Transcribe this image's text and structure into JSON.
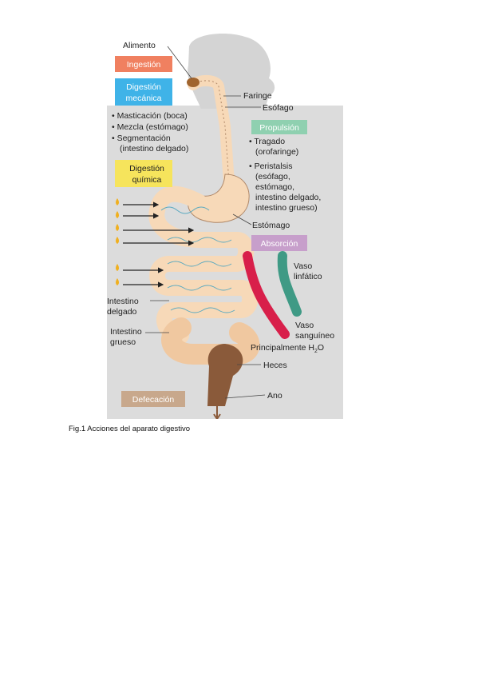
{
  "figure": {
    "labels": {
      "alimento": "Alimento",
      "faringe": "Faringe",
      "esofago": "Esófago",
      "estomago": "Estómago",
      "intestino_delgado_1": "Intestino",
      "intestino_delgado_2": "delgado",
      "intestino_grueso_1": "Intestino",
      "intestino_grueso_2": "grueso",
      "heces": "Heces",
      "ano": "Ano",
      "vaso_linfatico_1": "Vaso",
      "vaso_linfatico_2": "linfático",
      "vaso_sanguineo_1": "Vaso",
      "vaso_sanguineo_2": "sanguíneo",
      "principalmente": "Principalmente H",
      "principalmente_sub": "2",
      "principalmente_end": "O"
    },
    "boxes": {
      "ingestion": "Ingestión",
      "digestion_mecanica_1": "Digestión",
      "digestion_mecanica_2": "mecánica",
      "digestion_quimica_1": "Digestión",
      "digestion_quimica_2": "química",
      "propulsion": "Propulsión",
      "absorcion": "Absorción",
      "defecacion": "Defecación"
    },
    "mecanica_items": [
      "• Masticación (boca)",
      "• Mezcla (estómago)",
      "• Segmentación",
      "(intestino delgado)"
    ],
    "propulsion_items": [
      "• Tragado",
      "(orofaringe)",
      "• Peristalsis",
      "(esófago,",
      "estómago,",
      "intestino delgado,",
      "intestino grueso)"
    ],
    "colors": {
      "ingestion": "#f08060",
      "digestion_mecanica": "#3fb3e8",
      "digestion_quimica": "#f6e45c",
      "propulsion": "#8fd0b0",
      "absorcion": "#c79fcb",
      "defecacion": "#c8a88c",
      "blood_vessel": "#d81f4a",
      "lymph_vessel": "#3f9a85",
      "tract": "#f7d9b8",
      "feces": "#8a5a3a"
    }
  },
  "caption": "Fig.1 Acciones del aparato digestivo"
}
